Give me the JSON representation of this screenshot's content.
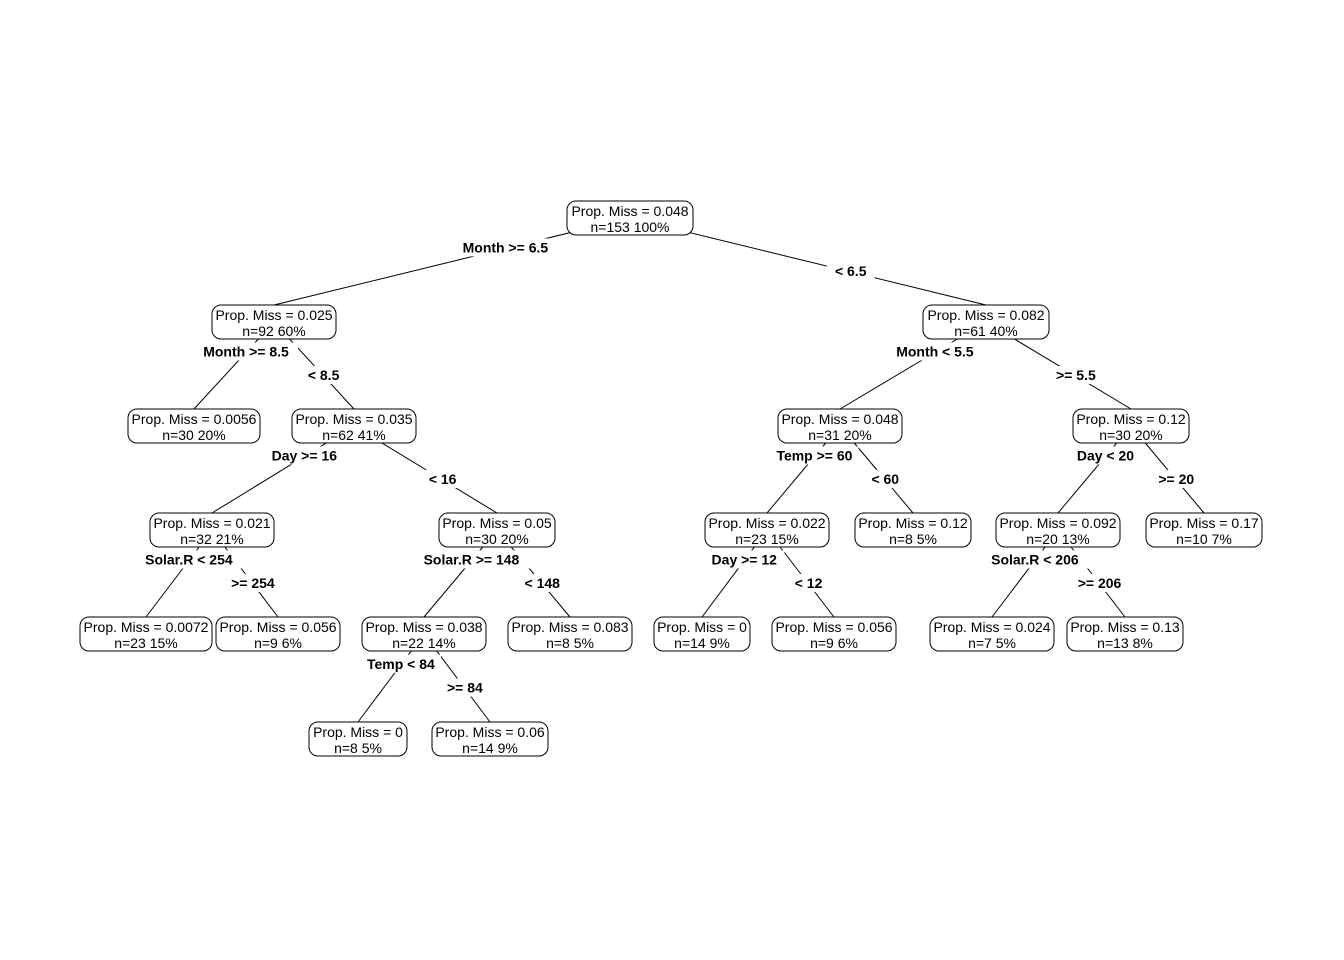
{
  "diagram": {
    "type": "decision-tree",
    "nodes": [
      {
        "id": "root",
        "prop_label": "Prop. Miss = 0.048",
        "n_label": "n=153  100%"
      },
      {
        "id": "n1",
        "parent": "root",
        "split": "Month >= 6.5",
        "prop_label": "Prop. Miss = 0.025",
        "n_label": "n=92  60%"
      },
      {
        "id": "n2",
        "parent": "root",
        "split": "< 6.5",
        "prop_label": "Prop. Miss = 0.082",
        "n_label": "n=61  40%"
      },
      {
        "id": "n1a",
        "parent": "n1",
        "split": "Month >= 8.5",
        "prop_label": "Prop. Miss = 0.0056",
        "n_label": "n=30  20%"
      },
      {
        "id": "n1b",
        "parent": "n1",
        "split": "< 8.5",
        "prop_label": "Prop. Miss = 0.035",
        "n_label": "n=62  41%"
      },
      {
        "id": "n1b1",
        "parent": "n1b",
        "split": "Day >= 16",
        "prop_label": "Prop. Miss = 0.021",
        "n_label": "n=32  21%"
      },
      {
        "id": "n1b2",
        "parent": "n1b",
        "split": "< 16",
        "prop_label": "Prop. Miss = 0.05",
        "n_label": "n=30  20%"
      },
      {
        "id": "n1b1a",
        "parent": "n1b1",
        "split": "Solar.R < 254",
        "prop_label": "Prop. Miss = 0.0072",
        "n_label": "n=23  15%"
      },
      {
        "id": "n1b1b",
        "parent": "n1b1",
        "split": ">= 254",
        "prop_label": "Prop. Miss = 0.056",
        "n_label": "n=9  6%"
      },
      {
        "id": "n1b2a",
        "parent": "n1b2",
        "split": "Solar.R >= 148",
        "prop_label": "Prop. Miss = 0.038",
        "n_label": "n=22  14%"
      },
      {
        "id": "n1b2b",
        "parent": "n1b2",
        "split": "< 148",
        "prop_label": "Prop. Miss = 0.083",
        "n_label": "n=8  5%"
      },
      {
        "id": "n1b2a1",
        "parent": "n1b2a",
        "split": "Temp < 84",
        "prop_label": "Prop. Miss = 0",
        "n_label": "n=8  5%"
      },
      {
        "id": "n1b2a2",
        "parent": "n1b2a",
        "split": ">= 84",
        "prop_label": "Prop. Miss = 0.06",
        "n_label": "n=14  9%"
      },
      {
        "id": "n2a",
        "parent": "n2",
        "split": "Month < 5.5",
        "prop_label": "Prop. Miss = 0.048",
        "n_label": "n=31  20%"
      },
      {
        "id": "n2b",
        "parent": "n2",
        "split": ">= 5.5",
        "prop_label": "Prop. Miss = 0.12",
        "n_label": "n=30  20%"
      },
      {
        "id": "n2a1",
        "parent": "n2a",
        "split": "Temp >= 60",
        "prop_label": "Prop. Miss = 0.022",
        "n_label": "n=23  15%"
      },
      {
        "id": "n2a2",
        "parent": "n2a",
        "split": "< 60",
        "prop_label": "Prop. Miss = 0.12",
        "n_label": "n=8  5%"
      },
      {
        "id": "n2a1a",
        "parent": "n2a1",
        "split": "Day >= 12",
        "prop_label": "Prop. Miss = 0",
        "n_label": "n=14  9%"
      },
      {
        "id": "n2a1b",
        "parent": "n2a1",
        "split": "< 12",
        "prop_label": "Prop. Miss = 0.056",
        "n_label": "n=9  6%"
      },
      {
        "id": "n2b1",
        "parent": "n2b",
        "split": "Day < 20",
        "prop_label": "Prop. Miss = 0.092",
        "n_label": "n=20  13%"
      },
      {
        "id": "n2b2",
        "parent": "n2b",
        "split": ">= 20",
        "prop_label": "Prop. Miss = 0.17",
        "n_label": "n=10  7%"
      },
      {
        "id": "n2b1a",
        "parent": "n2b1",
        "split": "Solar.R < 206",
        "prop_label": "Prop. Miss = 0.024",
        "n_label": "n=7  5%"
      },
      {
        "id": "n2b1b",
        "parent": "n2b1",
        "split": ">= 206",
        "prop_label": "Prop. Miss = 0.13",
        "n_label": "n=13  8%"
      }
    ]
  }
}
